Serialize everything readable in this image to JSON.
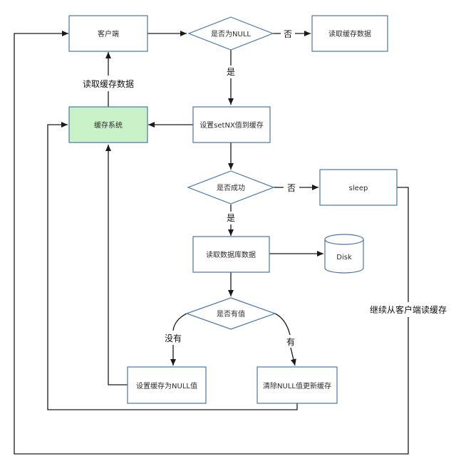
{
  "nodes": {
    "client": "客户端",
    "is_null": "是否为NULL",
    "read_cache_top": "读取缓存数据",
    "cache_system": "缓存系统",
    "setnx": "设置setNX值到缓存",
    "is_success": "是否成功",
    "sleep": "sleep",
    "read_db": "读取数据库数据",
    "disk": "Disk",
    "has_value": "是否有值",
    "set_null": "设置缓存为NULL值",
    "clear_update": "清除NULL值更新缓存"
  },
  "edge_labels": {
    "no_1": "否",
    "yes_1": "是",
    "read_cache": "读取缓存数据",
    "no_2": "否",
    "yes_2": "是",
    "none": "没有",
    "has": "有",
    "continue": "继续从客户端读缓存"
  }
}
